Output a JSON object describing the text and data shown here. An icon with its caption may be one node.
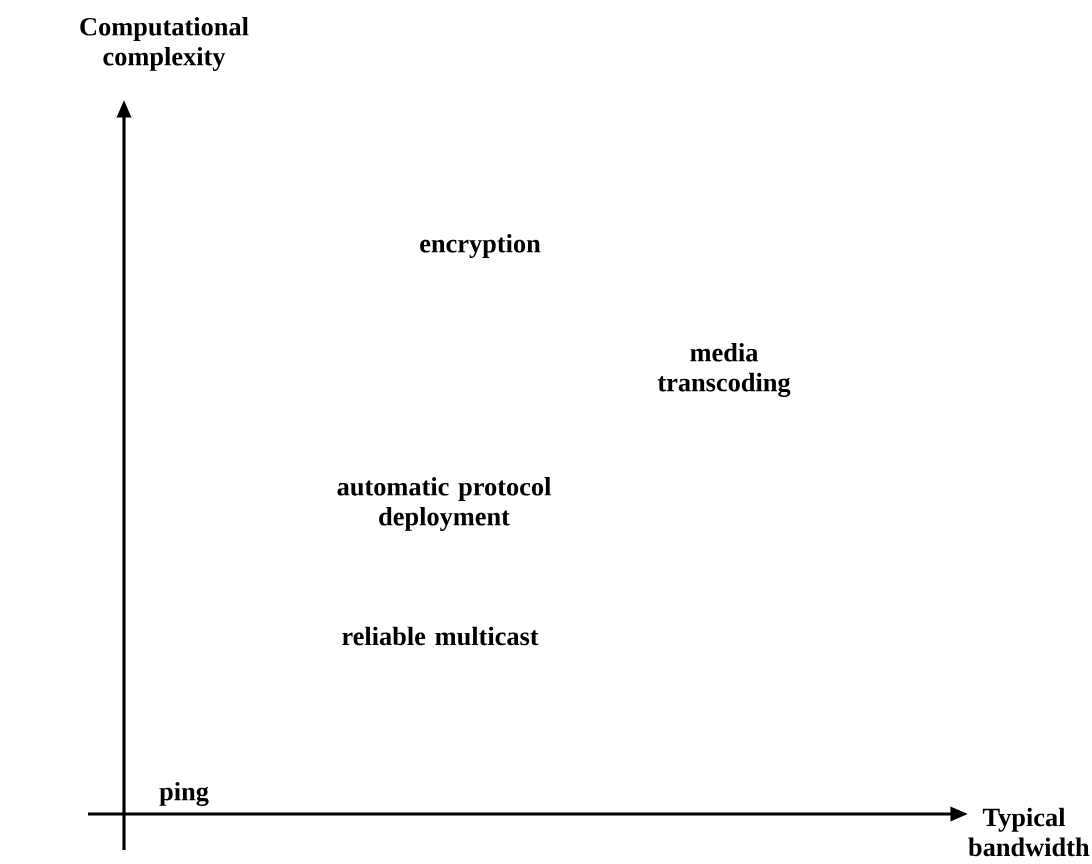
{
  "diagram": {
    "labels": [
      "Computational complexity",
      "encryption",
      "media transcoding",
      "automatic protocol deployment",
      "reliable multicast",
      "ping",
      "Typical bandwidth"
    ]
  }
}
